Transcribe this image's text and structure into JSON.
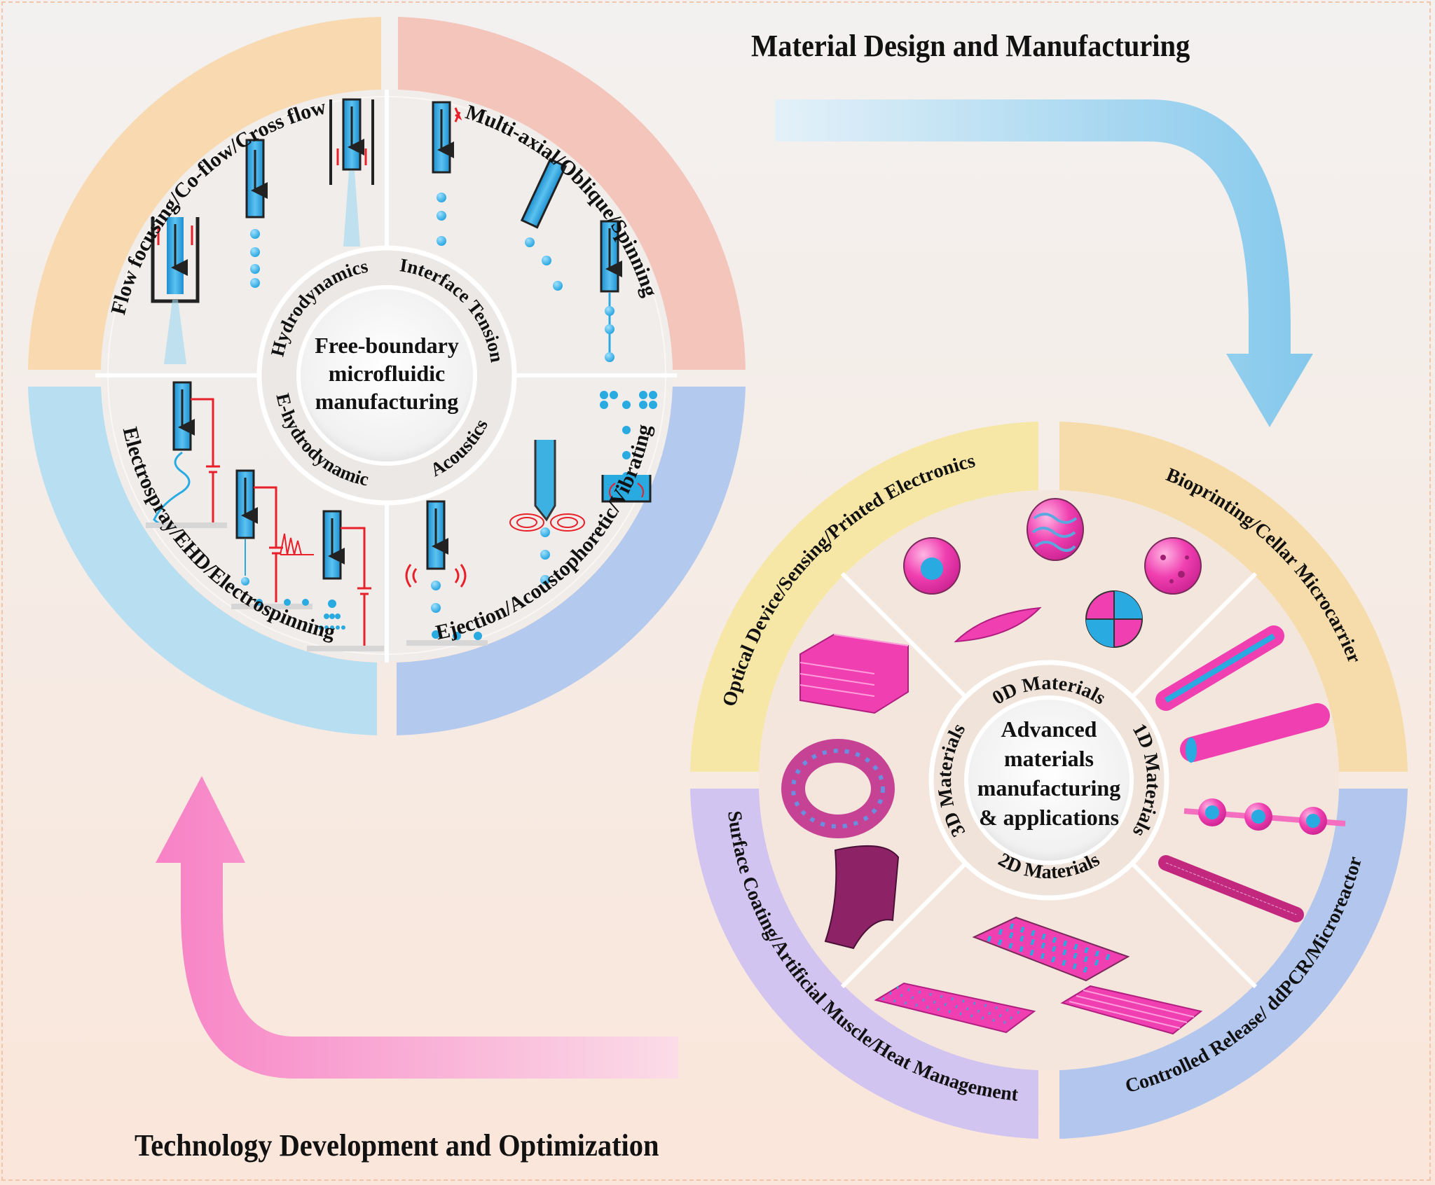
{
  "titles": {
    "top": "Material Design and Manufacturing",
    "bottom": "Technology Development and Optimization"
  },
  "left_wheel": {
    "center_label": [
      "Free-boundary",
      "microfluidic",
      "manufacturing"
    ],
    "inner_labels": {
      "top_left": "Hydrodynamics",
      "top_right": "Interface Tension",
      "bottom_left": "E-hydrodynamic",
      "bottom_right": "Acoustics"
    },
    "outer_bands": [
      {
        "label": "Flow focusing/Co-flow/Cross flow",
        "color": "#f8d9b0"
      },
      {
        "label": "Multi-axial/Oblique/Spinning",
        "color": "#f4c5bb"
      },
      {
        "label": "Electrospray/EHD/Electrospinning",
        "color": "#b8def2"
      },
      {
        "label": "Ejection/Acoustophoretic/Vibrating",
        "color": "#b3c9ee"
      }
    ]
  },
  "right_wheel": {
    "center_label": [
      "Advanced",
      "materials",
      "manufacturing",
      "& applications"
    ],
    "inner_labels": {
      "top": "0D Materials",
      "right": "1D Materials",
      "bottom": "2D Materials",
      "left": "3D Materials"
    },
    "outer_bands": [
      {
        "label": "Optical Device/Sensing/Printed Electronics",
        "color": "#f7e7a6"
      },
      {
        "label": "Bioprinting/Cellar Microcarrier",
        "color": "#f6dcaa"
      },
      {
        "label": "Surface Coating/Artificial Muscle/Heat Management",
        "color": "#d2c4f0"
      },
      {
        "label": "Controlled Release/ ddPCR/Microreactor",
        "color": "#b2c6ee"
      }
    ]
  },
  "colors": {
    "fluid_blue": "#29abe2",
    "field_red": "#e8202a",
    "material_pink": "#f03fb0",
    "arrow_blue": "#7ec6ec",
    "arrow_pink": "#f77cc4"
  }
}
